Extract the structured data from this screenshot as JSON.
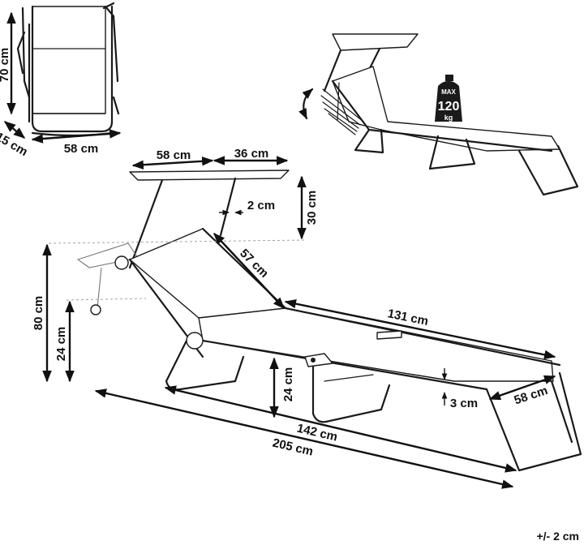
{
  "dimensions": {
    "height_back_folded": "70 cm",
    "depth_folded": "15 cm",
    "width_folded": "58 cm",
    "canopy_width": "58 cm",
    "canopy_depth": "36 cm",
    "tube": "2 cm",
    "canopy_height": "30 cm",
    "backrest_length": "57 cm",
    "total_height": "80 cm",
    "rear_seat_height": "24 cm",
    "mid_seat_height": "24 cm",
    "main_length": "131 cm",
    "frame_thickness": "3 cm",
    "footrest_width": "58 cm",
    "base_length": "142 cm",
    "total_length": "205 cm"
  },
  "weight": {
    "max_label": "MAX",
    "value": "120",
    "unit": "kg"
  },
  "tolerance": "+/- 2 cm"
}
